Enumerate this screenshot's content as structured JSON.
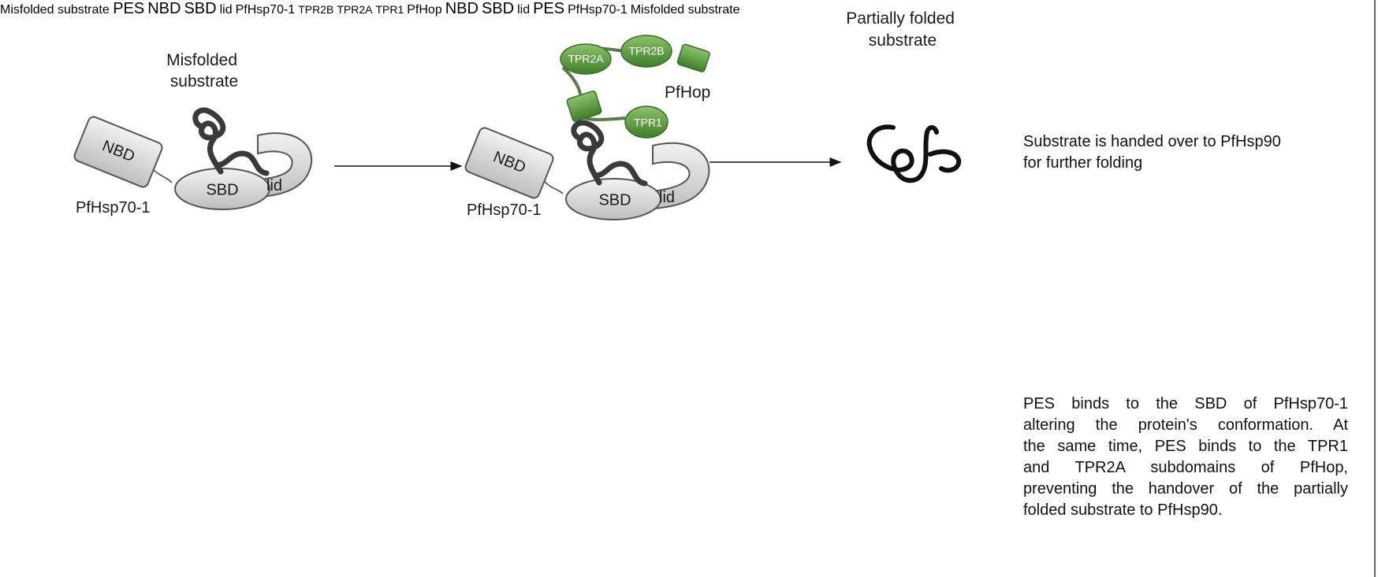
{
  "top_row": {
    "misfolded_label": [
      "Misfolded",
      "substrate"
    ],
    "nbd": "NBD",
    "sbd": "SBD",
    "lid": "lid",
    "hsp70_label": "PfHsp70-1",
    "hop_label": "PfHop",
    "tpr1": "TPR1",
    "tpr2a": "TPR2A",
    "tpr2b": "TPR2B",
    "partial_label": [
      "Partially folded",
      "substrate"
    ],
    "caption": [
      "Substrate is handed over to PfHsp90",
      "for further folding"
    ]
  },
  "bottom_row": {
    "misfolded_label": [
      "Misfolded",
      "substrate"
    ],
    "nbd": "NBD",
    "sbd": "SBD",
    "lid": "lid",
    "hsp70_label": "PfHsp70-1",
    "pes": "PES",
    "hop_label": "PfHop",
    "tpr1": "TPR1",
    "tpr2a": "TPR2A",
    "tpr2b": "TPR2B",
    "result_label": [
      "Misfolded",
      "substrate"
    ],
    "caption": [
      "PES binds to the SBD of PfHsp70-1",
      "altering the protein's conformation. At",
      "the same time, PES binds to the TPR1",
      "and TPR2A subdomains of PfHop,",
      "preventing the handover of the partially",
      "folded substrate to PfHsp90."
    ]
  },
  "colors": {
    "domain_fill": "#d9d9d9",
    "domain_stroke": "#555555",
    "substrate": "#3a3a3a",
    "tpr_fill": "#5a9a3a",
    "hop_linker": "#2f8a2f",
    "pes_fill": "#ee1111"
  }
}
